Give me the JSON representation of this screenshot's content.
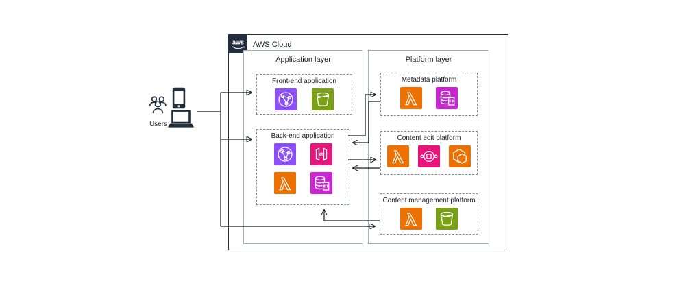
{
  "diagram": {
    "logo_text": "aws",
    "cloud_label": "AWS Cloud",
    "users_label": "Users",
    "layers": {
      "application": {
        "title": "Application layer"
      },
      "platform": {
        "title": "Platform layer"
      }
    },
    "groups": {
      "frontend": {
        "title": "Front-end application",
        "icons": [
          "globe-network-icon",
          "s3-bucket-icon"
        ]
      },
      "backend": {
        "title": "Back-end application",
        "icons": [
          "globe-network-icon",
          "api-gateway-icon",
          "lambda-icon",
          "database-document-icon"
        ]
      },
      "metadata": {
        "title": "Metadata platform",
        "icons": [
          "lambda-icon",
          "database-document-icon"
        ]
      },
      "content_edit": {
        "title": "Content edit platform",
        "icons": [
          "lambda-icon",
          "step-functions-icon",
          "hexagon-media-icon"
        ]
      },
      "content_mgmt": {
        "title": "Content management platform",
        "icons": [
          "lambda-icon",
          "s3-bucket-icon"
        ]
      }
    },
    "colors": {
      "networking_purple": "#8C4FFF",
      "storage_green": "#7AA116",
      "compute_orange": "#ED7100",
      "integration_pink": "#E7157B",
      "database_magenta": "#C925D1",
      "aws_dark": "#232F3E"
    }
  }
}
